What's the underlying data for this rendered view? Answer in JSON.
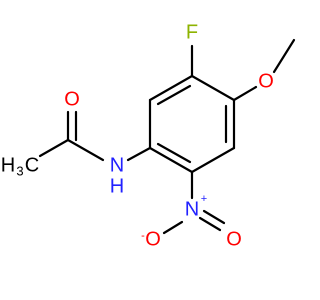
{
  "molecule": {
    "atoms": {
      "fluorine": {
        "symbol": "F",
        "color": "#8db300"
      },
      "methoxy_oxygen": {
        "symbol": "O",
        "color": "#ff0000"
      },
      "amide_nitrogen": {
        "symbol": "N",
        "hydrogen": "H",
        "color": "#2222ff"
      },
      "carbonyl_oxygen": {
        "symbol": "O",
        "color": "#ff0000"
      },
      "nitro_nitrogen": {
        "symbol": "N",
        "charge": "+",
        "color": "#2222ff"
      },
      "nitro_oxygen_anion": {
        "symbol": "O",
        "charge": "-",
        "color": "#ff0000"
      },
      "nitro_oxygen_double": {
        "symbol": "O",
        "color": "#ff0000"
      },
      "acetyl_methyl": {
        "symbol": "H",
        "count": "3",
        "suffix": "C",
        "color": "#000000"
      }
    },
    "bond_color": "#000000"
  }
}
